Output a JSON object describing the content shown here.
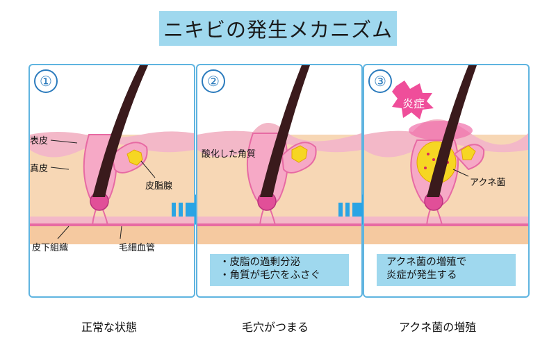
{
  "title": "ニキビの発生メカニズム",
  "panels": [
    {
      "number": "①",
      "labels": {
        "epidermis": "表皮",
        "dermis": "真皮",
        "sebaceous_gland": "皮脂腺",
        "subcutaneous": "皮下組織",
        "capillary": "毛細血管"
      },
      "caption": "正常な状態"
    },
    {
      "number": "②",
      "labels": {
        "oxidized_keratin": "酸化した角質"
      },
      "note": [
        "・皮脂の過剰分泌",
        "・角質が毛穴をふさぐ"
      ],
      "caption": "毛穴がつまる"
    },
    {
      "number": "③",
      "labels": {
        "inflammation": "炎症",
        "acne_bacteria": "アクネ菌"
      },
      "note": [
        "アクネ菌の増殖で",
        "炎症が発生する"
      ],
      "caption": "アクネ菌の増殖"
    }
  ],
  "colors": {
    "skin": "#f7d7b5",
    "epidermis": "#f3b8c8",
    "pink": "#e76aa3",
    "blue_box": "#9fd8ee",
    "arrow": "#2aa4e4",
    "hair": "#3a1a1c"
  }
}
